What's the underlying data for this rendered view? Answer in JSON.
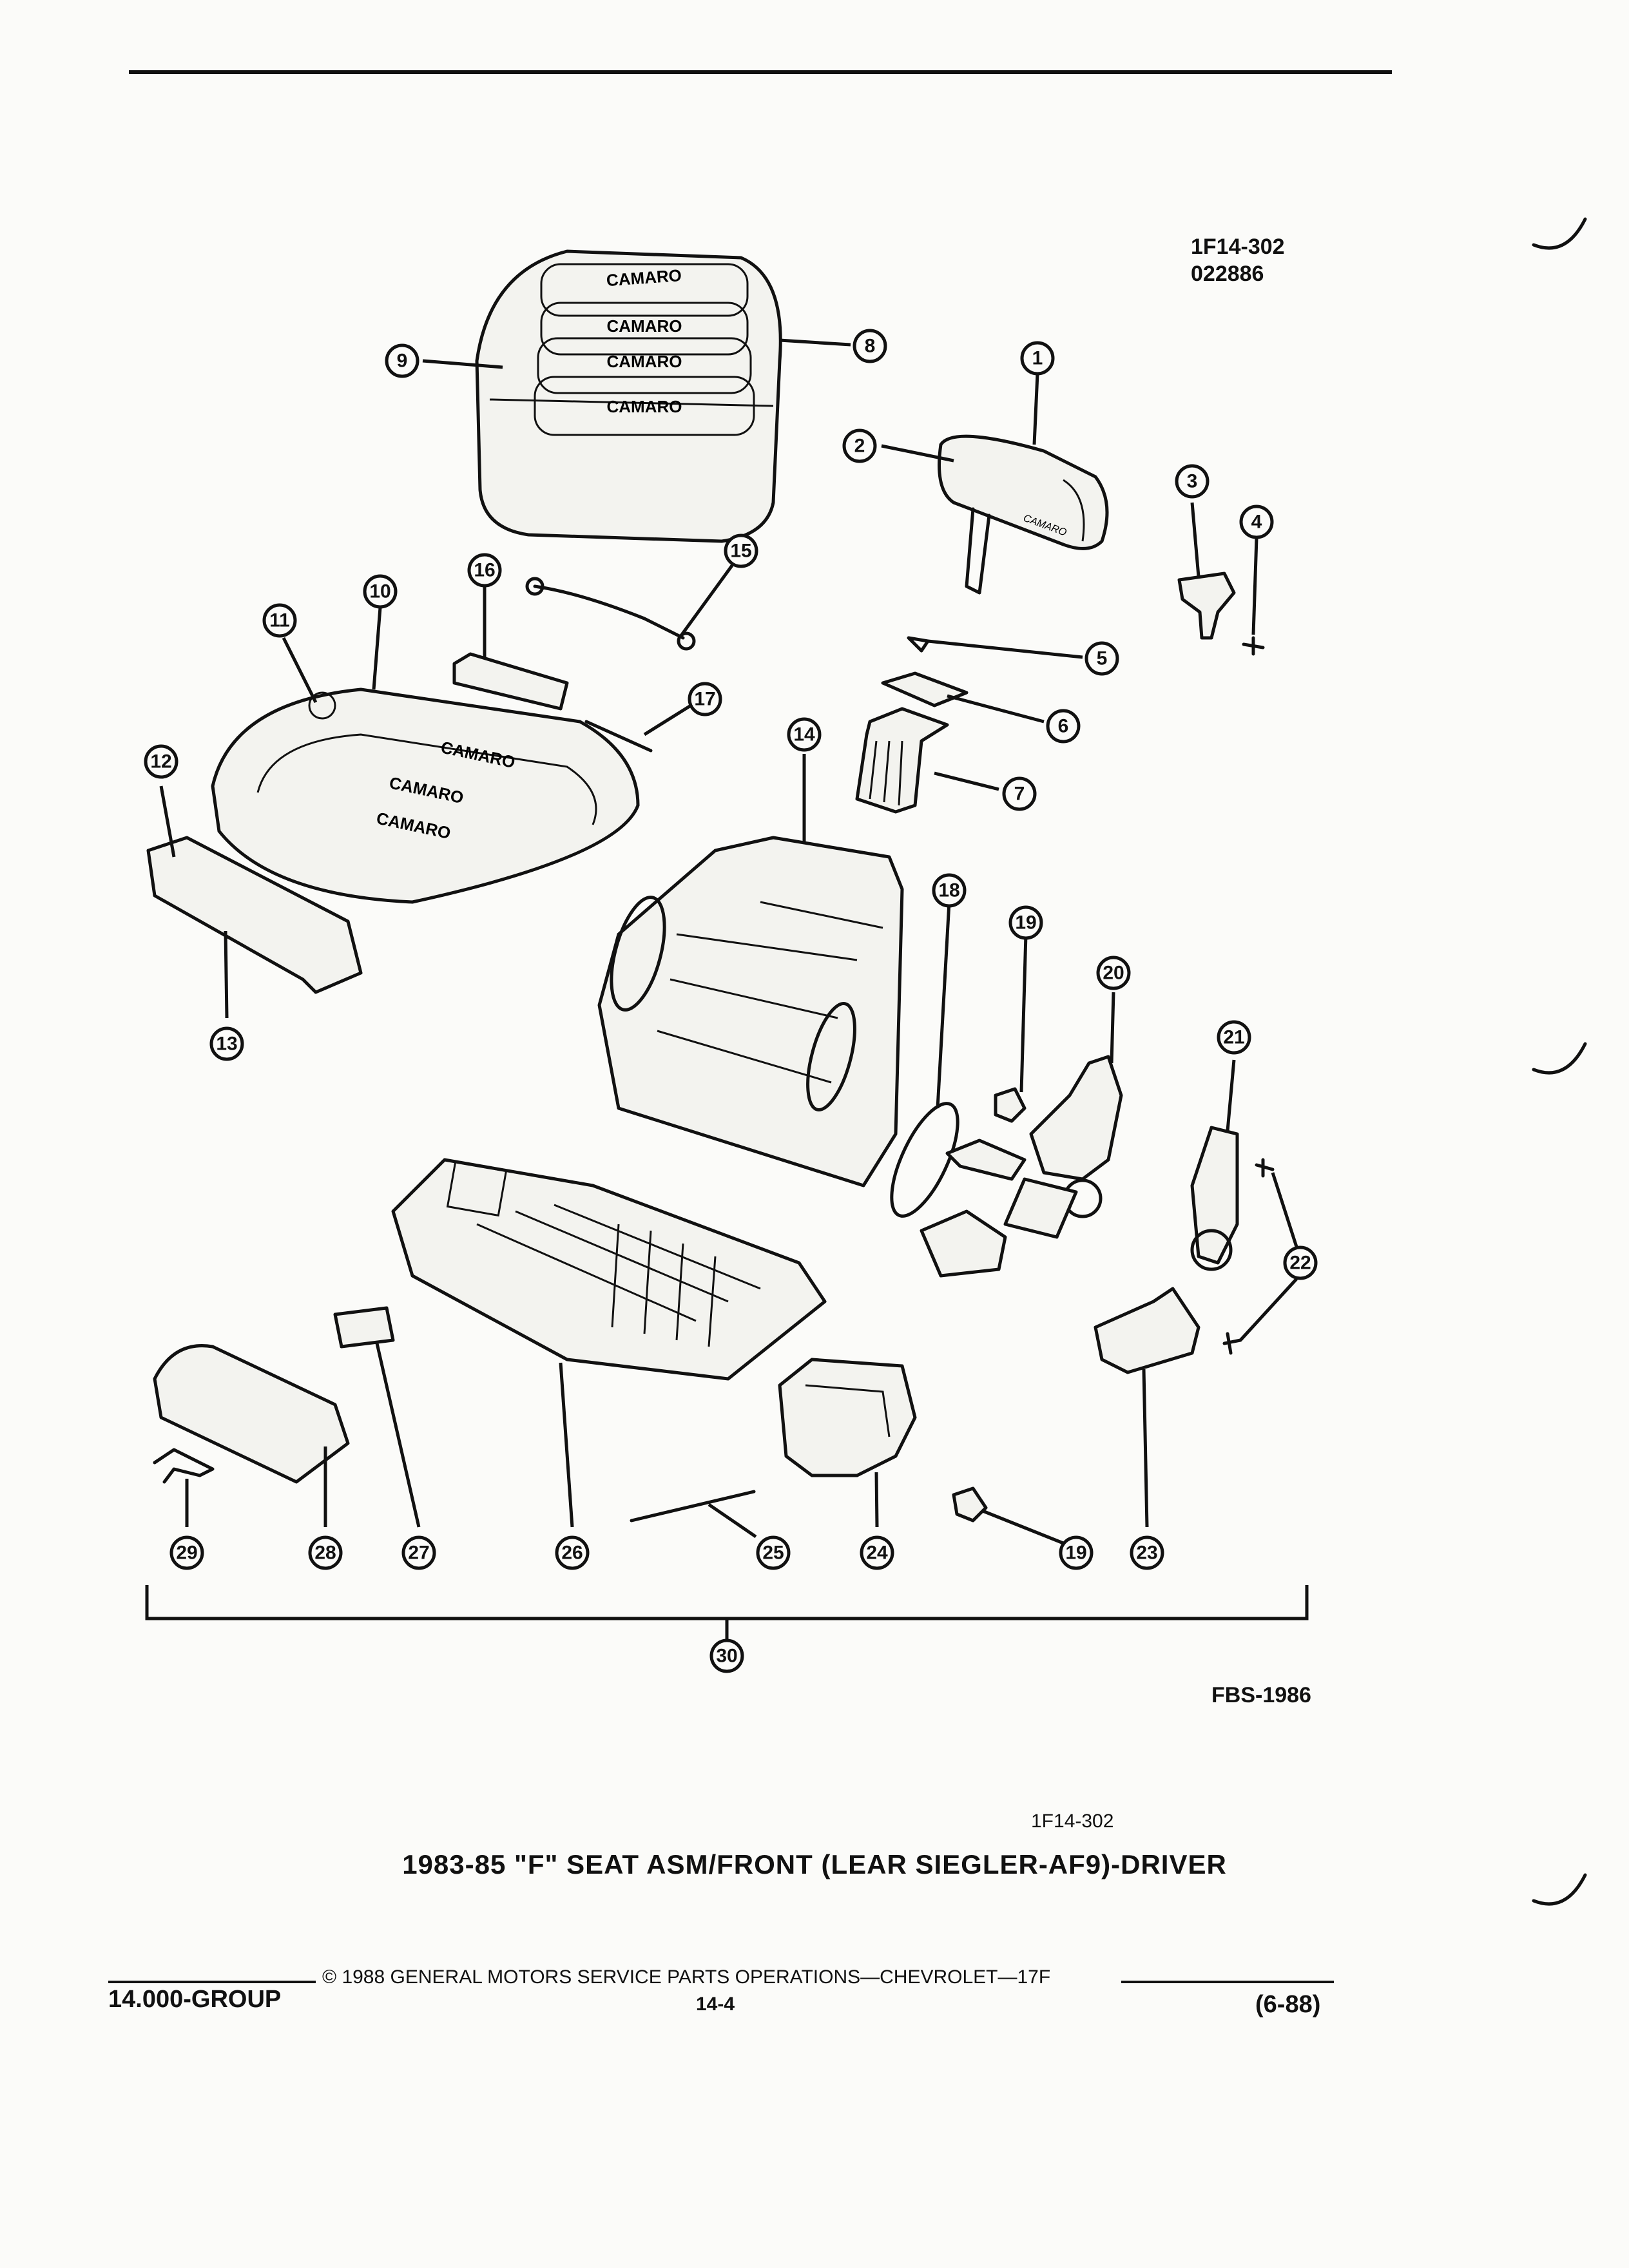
{
  "figure": {
    "id": "1F14-302",
    "date_code": "022886",
    "illustration_code": "FBS-1986",
    "sub_code": "1F14-302",
    "title": "1983-85 \"F\" SEAT ASM/FRONT (LEAR SIEGLER-AF9)-DRIVER"
  },
  "callouts": [
    "1",
    "2",
    "3",
    "4",
    "5",
    "6",
    "7",
    "8",
    "9",
    "10",
    "11",
    "12",
    "13",
    "14",
    "15",
    "16",
    "17",
    "18",
    "19",
    "20",
    "21",
    "22",
    "23",
    "24",
    "25",
    "26",
    "27",
    "28",
    "29",
    "30"
  ],
  "second_19": "19",
  "emblem_text": "CAMARO",
  "headrest_text": "CAMARO",
  "footer": {
    "copyright": "© 1988 GENERAL MOTORS SERVICE PARTS OPERATIONS—CHEVROLET—17F",
    "group": "14.000-GROUP",
    "page": "14-4",
    "date": "(6-88)"
  }
}
